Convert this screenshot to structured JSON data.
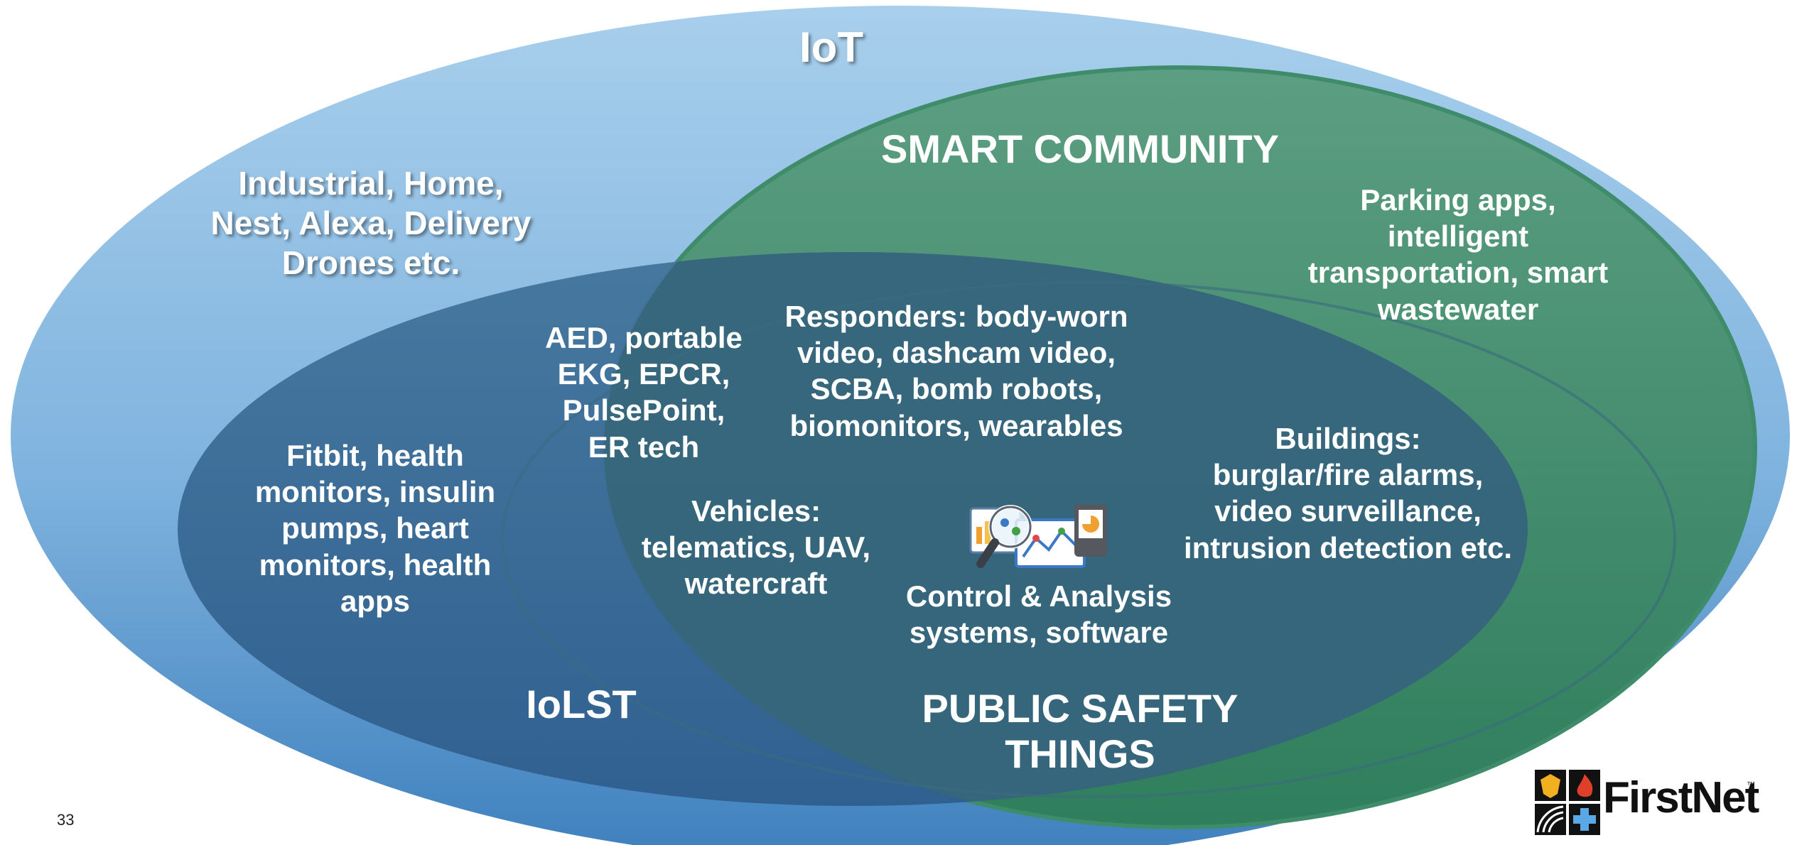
{
  "diagram": {
    "colors": {
      "iot": "#9cc6e6",
      "iot_dark": "#3d7fbd",
      "smart_community": "#4f9a72",
      "iolst": "#3c6e97",
      "public_safety": "#37647a",
      "text": "#ffffff"
    },
    "sets": {
      "iot": "IoT",
      "smart_community": "SMART COMMUNITY",
      "iolst": "IoLST",
      "public_safety": "PUBLIC SAFETY\nTHINGS"
    },
    "examples": {
      "iot_only": "Industrial, Home,\nNest, Alexa, Delivery\nDrones etc.",
      "smart_community_only": "Parking apps,\nintelligent\ntransportation, smart\nwastewater",
      "aed": "AED, portable\nEKG, EPCR,\nPulsePoint,\nER tech",
      "responders": "Responders: body-worn\nvideo, dashcam video,\nSCBA, bomb robots,\nbiomonitors, wearables",
      "iolst_only": "Fitbit, health\nmonitors, insulin\npumps, heart\nmonitors, health\napps",
      "vehicles": "Vehicles:\ntelematics, UAV,\nwatercraft",
      "buildings": "Buildings:\nburglar/fire alarms,\nvideo surveillance,\nintrusion detection etc.",
      "control": "Control & Analysis\nsystems, software"
    },
    "icons": {
      "analysis": "analytics-magnifier-icon"
    }
  },
  "footer": {
    "page_number": "33",
    "logo_text": "FirstNet",
    "logo_tm": "™"
  }
}
